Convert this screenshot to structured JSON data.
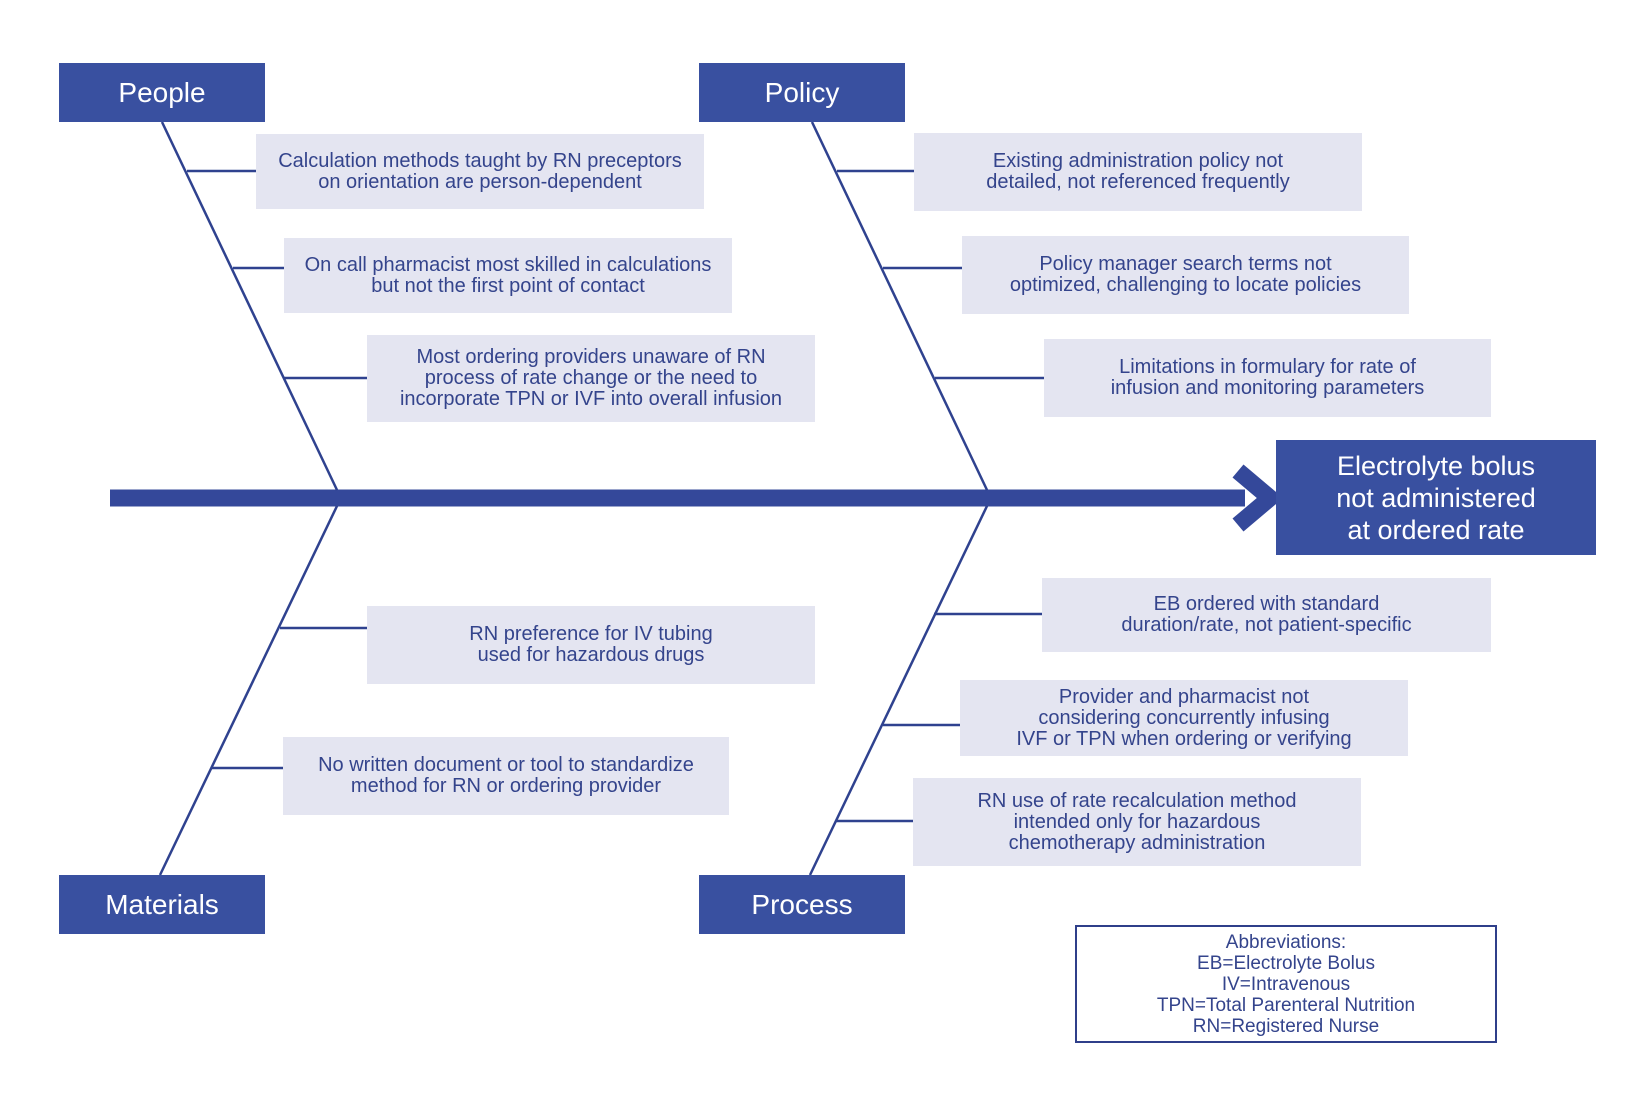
{
  "effect": {
    "lines": [
      "Electrolyte bolus",
      "not administered",
      "at ordered rate"
    ]
  },
  "categories": {
    "people": "People",
    "policy": "Policy",
    "materials": "Materials",
    "process": "Process"
  },
  "causes": {
    "people": [
      {
        "lines": [
          "Calculation methods taught by RN preceptors",
          "on orientation are person-dependent"
        ]
      },
      {
        "lines": [
          "On call pharmacist most skilled in calculations",
          "but not the first point of contact"
        ]
      },
      {
        "lines": [
          "Most ordering providers unaware of RN",
          "process of rate change or the need to",
          "incorporate TPN or IVF into overall infusion"
        ]
      }
    ],
    "policy": [
      {
        "lines": [
          "Existing administration policy not",
          "detailed, not referenced frequently"
        ]
      },
      {
        "lines": [
          "Policy manager search terms not",
          "optimized, challenging to locate policies"
        ]
      },
      {
        "lines": [
          "Limitations in formulary for rate of",
          "infusion and monitoring parameters"
        ]
      }
    ],
    "materials": [
      {
        "lines": [
          "RN preference for IV tubing",
          "used for hazardous drugs"
        ]
      },
      {
        "lines": [
          "No written document or tool to standardize",
          "method for RN or ordering provider"
        ]
      }
    ],
    "process": [
      {
        "lines": [
          "EB ordered with standard",
          "duration/rate, not patient-specific"
        ]
      },
      {
        "lines": [
          "Provider and pharmacist not",
          "considering concurrently infusing",
          "IVF or TPN when ordering or verifying"
        ]
      },
      {
        "lines": [
          "RN use of rate recalculation method",
          "intended only for hazardous",
          "chemotherapy administration"
        ]
      }
    ]
  },
  "abbreviations": {
    "title": "Abbreviations:",
    "items": [
      "EB=Electrolyte Bolus",
      "IV=Intravenous",
      "TPN=Total Parenteral Nutrition",
      "RN=Registered Nurse"
    ]
  },
  "colors": {
    "primary": "#3950a0",
    "cause_bg": "#e4e5f1",
    "text": "#34448c"
  }
}
